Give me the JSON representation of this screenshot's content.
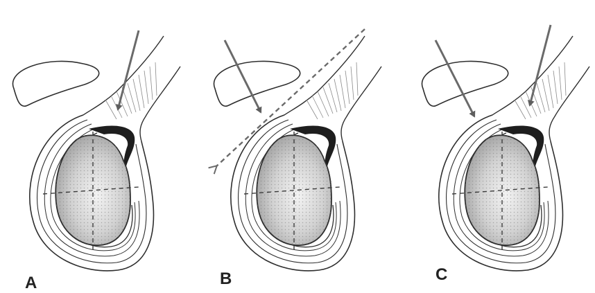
{
  "figure": {
    "panels": [
      {
        "label": "A"
      },
      {
        "label": "B"
      },
      {
        "label": "C"
      }
    ]
  },
  "colors": {
    "ink": "#2e2e2e",
    "arrow": "#6a6a6a",
    "stipple": "#8a8a8a",
    "background": "#ffffff"
  }
}
